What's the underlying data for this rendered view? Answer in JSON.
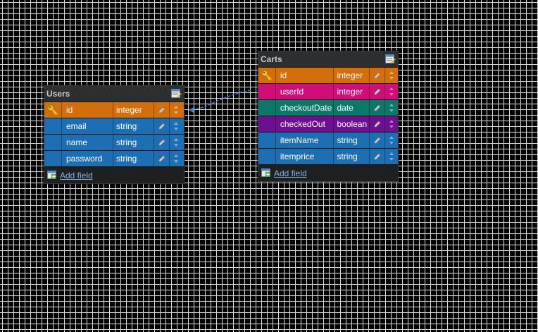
{
  "tables": {
    "users": {
      "title": "Users",
      "add_field_label": "Add field",
      "fields": [
        {
          "name": "id",
          "type": "integer",
          "key": true,
          "color": "#d26f0a"
        },
        {
          "name": "email",
          "type": "string",
          "key": false,
          "color": "#1e6eb4"
        },
        {
          "name": "name",
          "type": "string",
          "key": false,
          "color": "#1e6eb4"
        },
        {
          "name": "password",
          "type": "string",
          "key": false,
          "color": "#1e6eb4"
        }
      ]
    },
    "carts": {
      "title": "Carts",
      "add_field_label": "Add field",
      "fields": [
        {
          "name": "id",
          "type": "integer",
          "key": true,
          "color": "#d26f0a"
        },
        {
          "name": "userId",
          "type": "integer",
          "key": false,
          "color": "#d10d7a"
        },
        {
          "name": "checkoutDate",
          "type": "date",
          "key": false,
          "color": "#0d786a"
        },
        {
          "name": "checkedOut",
          "type": "boolean",
          "key": false,
          "color": "#6e0e90"
        },
        {
          "name": "itemName",
          "type": "string",
          "key": false,
          "color": "#1e6eb4"
        },
        {
          "name": "itemprice",
          "type": "string",
          "key": false,
          "color": "#1e6eb4"
        }
      ]
    }
  },
  "colors": {
    "canvas_bg": "#000000",
    "grid": "#d8d8d8",
    "connector": "#3d7fc4",
    "link": "#7fb4e8"
  },
  "icons": {
    "key": "key-icon",
    "edit_table": "edit-table-icon",
    "edit_field": "pencil-icon",
    "reorder": "reorder-arrows-icon",
    "add_field": "add-field-icon"
  }
}
